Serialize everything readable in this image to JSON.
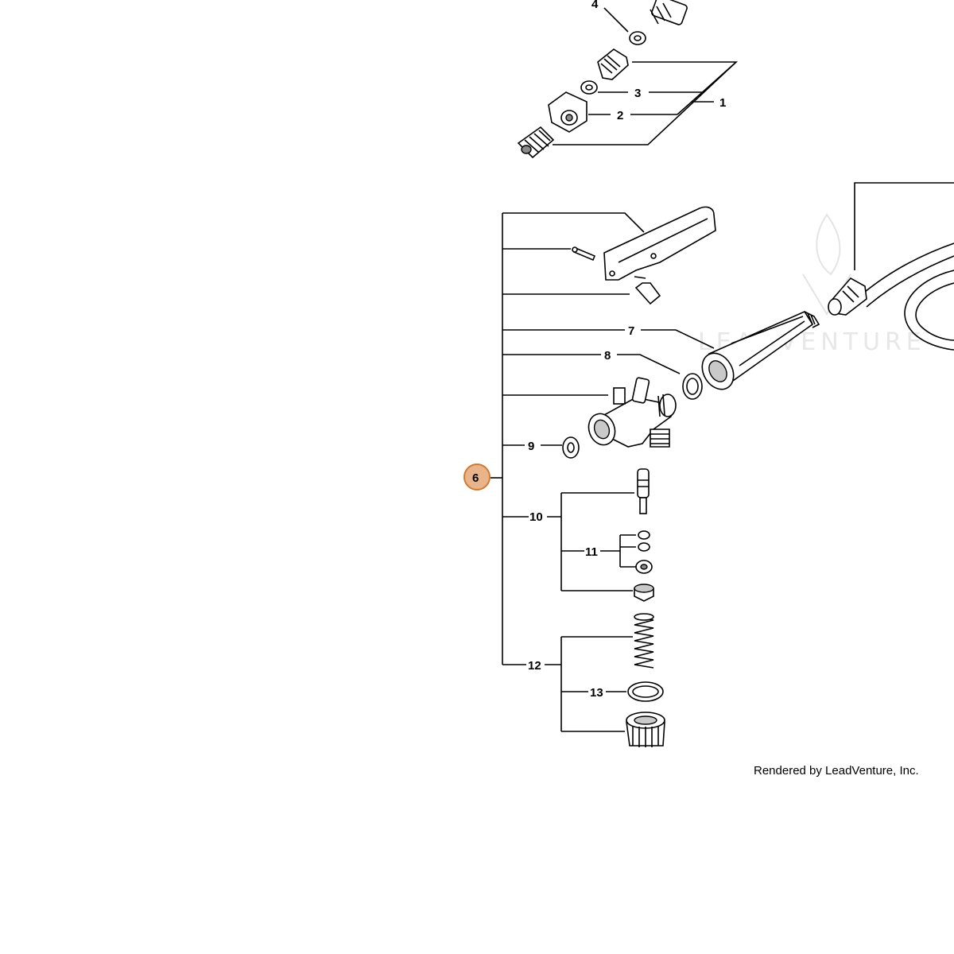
{
  "callouts": [
    {
      "id": "1",
      "label": "1"
    },
    {
      "id": "2",
      "label": "2"
    },
    {
      "id": "3",
      "label": "3"
    },
    {
      "id": "4",
      "label": "4"
    },
    {
      "id": "6",
      "label": "6",
      "highlighted": true
    },
    {
      "id": "7",
      "label": "7"
    },
    {
      "id": "8",
      "label": "8"
    },
    {
      "id": "9",
      "label": "9"
    },
    {
      "id": "10",
      "label": "10"
    },
    {
      "id": "11",
      "label": "11"
    },
    {
      "id": "12",
      "label": "12"
    },
    {
      "id": "13",
      "label": "13"
    }
  ],
  "footer": {
    "text": "Rendered by LeadVenture, Inc."
  },
  "watermark": {
    "text": "LEADVENTURE"
  },
  "colors": {
    "highlight_fill": "#e8b48a",
    "highlight_stroke": "#d4782f",
    "line": "#000000",
    "watermark": "#e4e4e4"
  }
}
